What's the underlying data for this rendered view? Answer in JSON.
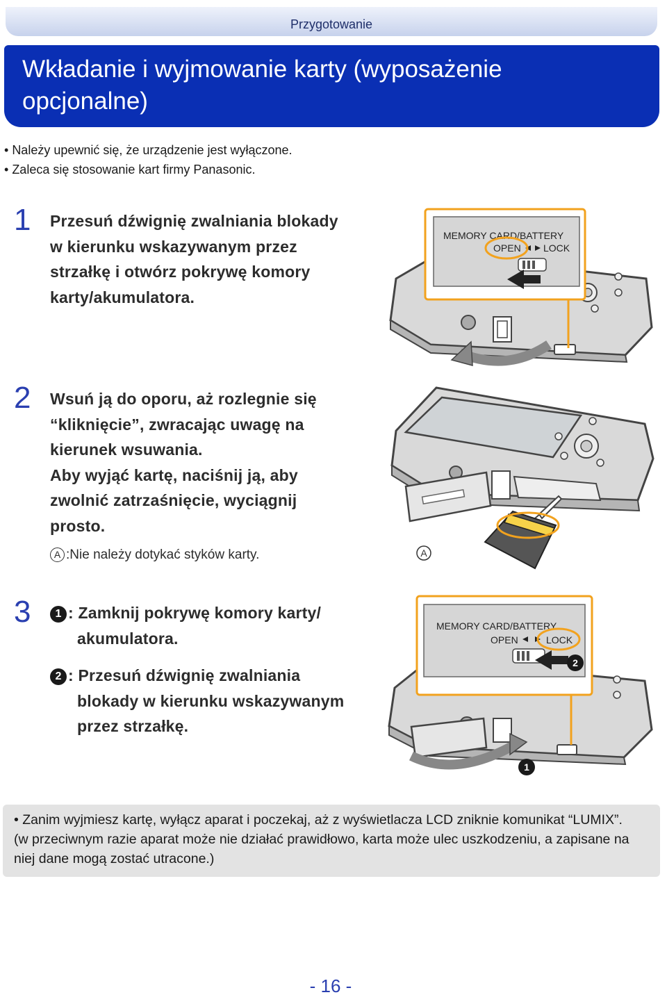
{
  "header": {
    "section": "Przygotowanie",
    "title": "Wkładanie i wyjmowanie karty (wyposażenie opcjonalne)"
  },
  "intro_bullets": [
    "Należy upewnić się, że urządzenie jest wyłączone.",
    "Zaleca się stosowanie kart firmy Panasonic."
  ],
  "steps": [
    {
      "number": "1",
      "lines": [
        "Przesuń dźwignię zwalniania blokady",
        "w kierunku wskazywanym przez",
        "strzałkę i otwórz pokrywę komory",
        "karty/akumulatora."
      ]
    },
    {
      "number": "2",
      "lines": [
        "Wsuń ją do oporu, aż rozlegnie się",
        "“kliknięcie”, zwracając uwagę na",
        "kierunek wsuwania.",
        "Aby wyjąć kartę, naciśnij ją, aby",
        "zwolnić zatrzaśnięcie, wyciągnij",
        "prosto."
      ],
      "note_marker": "A",
      "note": ":Nie należy dotykać styków karty."
    },
    {
      "number": "3",
      "sub1_marker": "1",
      "sub1_lines": [
        ": Zamknij pokrywę komory karty/",
        "akumulatora."
      ],
      "sub2_marker": "2",
      "sub2_lines": [
        ": Przesuń dźwignię zwalniania",
        "blokady w kierunku wskazywanym",
        "przez strzałkę."
      ]
    }
  ],
  "figures": {
    "fig1": {
      "line1": "MEMORY CARD/BATTERY",
      "open": "OPEN",
      "lock": "LOCK"
    },
    "fig2": {
      "marker": "A"
    },
    "fig3": {
      "line1": "MEMORY CARD/BATTERY",
      "open": "OPEN",
      "lock": "LOCK",
      "marker1": "1",
      "marker2": "2"
    }
  },
  "bottom_note": [
    "Zanim wyjmiesz kartę, wyłącz aparat i poczekaj, aż z wyświetlacza LCD zniknie komunikat “LUMIX”.",
    "(w przeciwnym razie aparat może nie działać prawidłowo, karta może ulec uszkodzeniu, a zapisane na niej dane mogą zostać utracone.)"
  ],
  "page_number": "- 16 -",
  "colors": {
    "accent": "#0a2fb4",
    "step_number": "#2a3fb0",
    "highlight": "#f2a21e"
  }
}
